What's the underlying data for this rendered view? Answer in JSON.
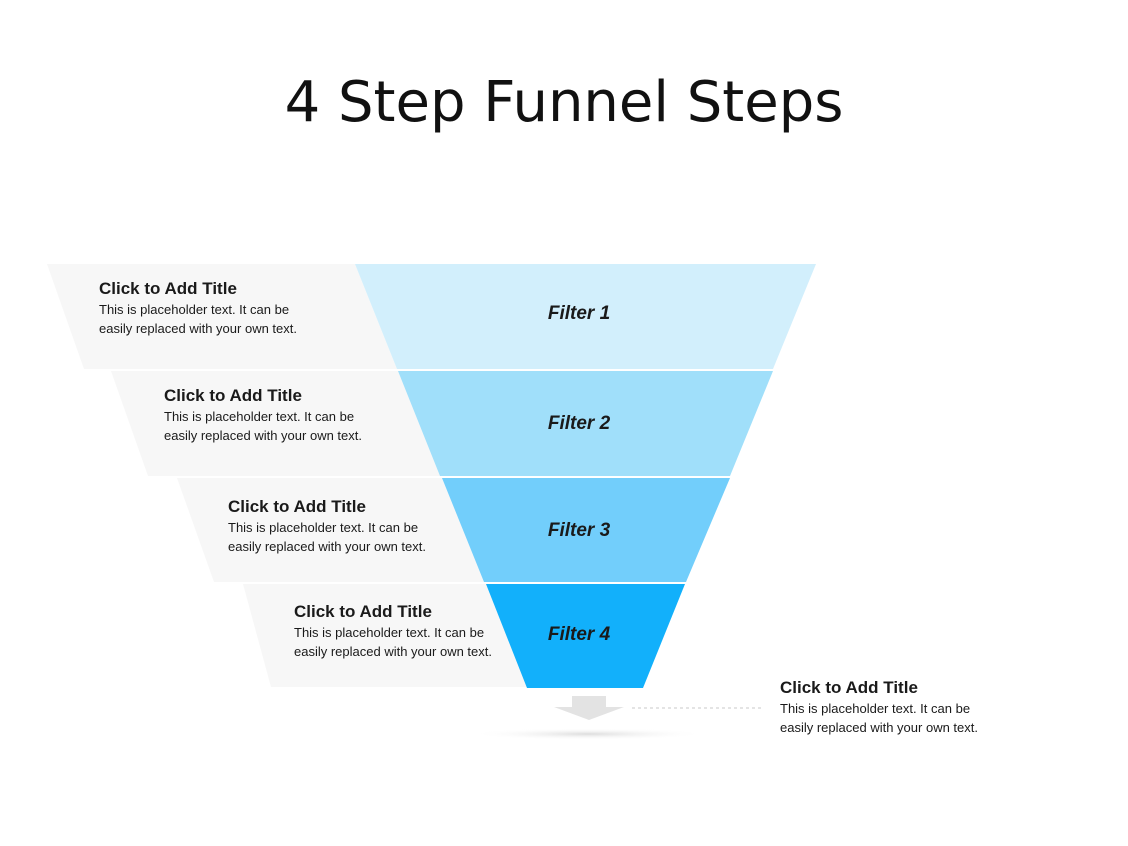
{
  "title": "4 Step Funnel Steps",
  "colors": {
    "side_panel": "#f7f7f7",
    "filter_1": "#d2effc",
    "filter_2": "#a0dffa",
    "filter_3": "#72cefb",
    "filter_4": "#12b0fb",
    "arrow": "#e3e3e3"
  },
  "steps": [
    {
      "filter": "Filter 1",
      "title": "Click to Add Title",
      "text": "This is placeholder text. It can be easily replaced with your own text."
    },
    {
      "filter": "Filter 2",
      "title": "Click to Add Title",
      "text": "This is placeholder text. It can be easily replaced with your own text."
    },
    {
      "filter": "Filter 3",
      "title": "Click to Add Title",
      "text": "This is placeholder text. It can be easily replaced with your own text."
    },
    {
      "filter": "Filter 4",
      "title": "Click to Add Title",
      "text": "This is placeholder text. It can be easily replaced with your own text."
    }
  ],
  "output": {
    "title": "Click to Add Title",
    "text": "This is placeholder text. It can be easily replaced with your own text."
  }
}
